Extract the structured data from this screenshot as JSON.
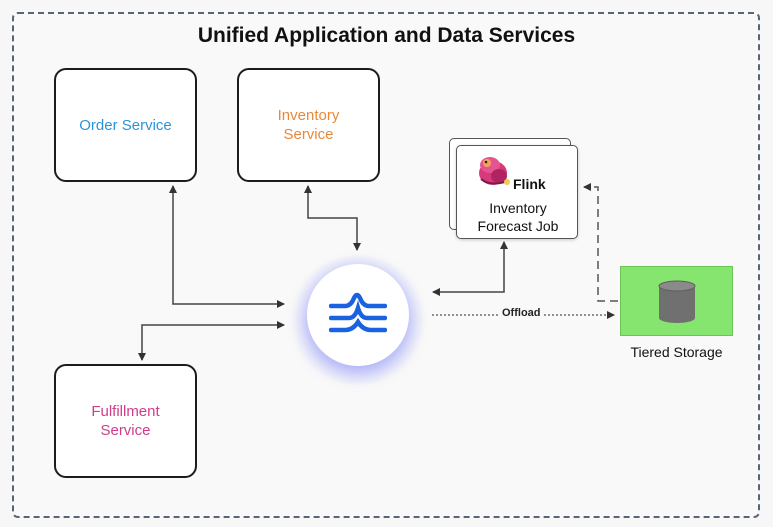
{
  "title": "Unified Application and Data Services",
  "services": {
    "order": [
      "Order Service"
    ],
    "inventory": [
      "Inventory",
      "Service"
    ],
    "fulfillment": [
      "Fulfillment",
      "Service"
    ]
  },
  "colors": {
    "order": "#2b94d8",
    "inventory": "#e8893a",
    "fulfillment": "#cf3d8c",
    "storage": "#86e56e"
  },
  "flink_job": {
    "logo_text": "Flink",
    "label": [
      "Inventory",
      "Forecast Job"
    ]
  },
  "hub": {
    "icon": "confluent-logo-icon"
  },
  "offload_label": "Offload",
  "storage_label": "Tiered Storage",
  "storage_icon": "database-cylinder-icon"
}
